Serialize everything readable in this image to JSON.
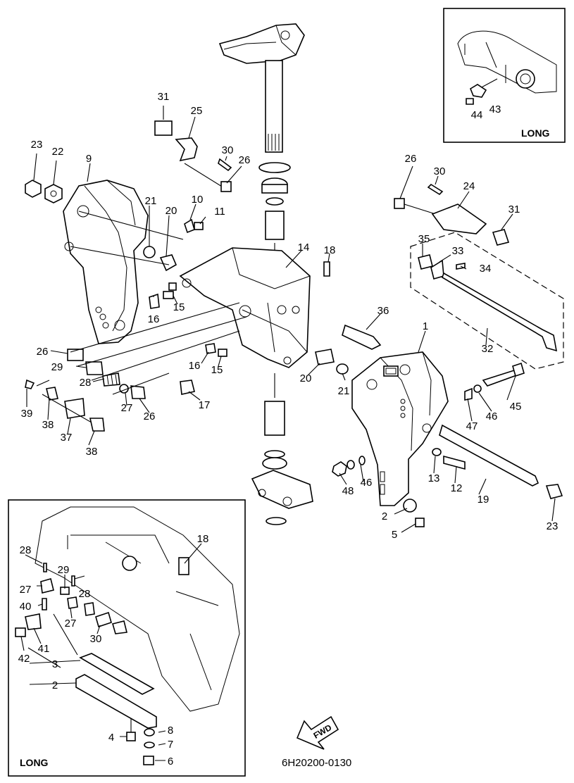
{
  "diagram": {
    "doc_code": "6H20200-0130",
    "fwd_label": "FWD",
    "inset_top_right": {
      "caption": "LONG"
    },
    "inset_bottom_left": {
      "caption": "LONG"
    }
  },
  "callouts": [
    {
      "id": "c31a",
      "text": "31"
    },
    {
      "id": "c25",
      "text": "25"
    },
    {
      "id": "c30a",
      "text": "30"
    },
    {
      "id": "c26a",
      "text": "26"
    },
    {
      "id": "c23a",
      "text": "23"
    },
    {
      "id": "c22",
      "text": "22"
    },
    {
      "id": "c9",
      "text": "9"
    },
    {
      "id": "c21a",
      "text": "21"
    },
    {
      "id": "c20a",
      "text": "20"
    },
    {
      "id": "c10",
      "text": "10"
    },
    {
      "id": "c11",
      "text": "11"
    },
    {
      "id": "c14",
      "text": "14"
    },
    {
      "id": "c18a",
      "text": "18"
    },
    {
      "id": "c26b",
      "text": "26"
    },
    {
      "id": "c30b",
      "text": "30"
    },
    {
      "id": "c24",
      "text": "24"
    },
    {
      "id": "c31b",
      "text": "31"
    },
    {
      "id": "c35",
      "text": "35"
    },
    {
      "id": "c33",
      "text": "33"
    },
    {
      "id": "c34",
      "text": "34"
    },
    {
      "id": "c15a",
      "text": "15"
    },
    {
      "id": "c16a",
      "text": "16"
    },
    {
      "id": "c36",
      "text": "36"
    },
    {
      "id": "c1",
      "text": "1"
    },
    {
      "id": "c32",
      "text": "32"
    },
    {
      "id": "c26c",
      "text": "26"
    },
    {
      "id": "c29a",
      "text": "29"
    },
    {
      "id": "c28a",
      "text": "28"
    },
    {
      "id": "c16b",
      "text": "16"
    },
    {
      "id": "c15b",
      "text": "15"
    },
    {
      "id": "c20b",
      "text": "20"
    },
    {
      "id": "c21b",
      "text": "21"
    },
    {
      "id": "c39",
      "text": "39"
    },
    {
      "id": "c27a",
      "text": "27"
    },
    {
      "id": "c26d",
      "text": "26"
    },
    {
      "id": "c17",
      "text": "17"
    },
    {
      "id": "c38a",
      "text": "38"
    },
    {
      "id": "c37",
      "text": "37"
    },
    {
      "id": "c38b",
      "text": "38"
    },
    {
      "id": "c45",
      "text": "45"
    },
    {
      "id": "c46a",
      "text": "46"
    },
    {
      "id": "c47",
      "text": "47"
    },
    {
      "id": "c48",
      "text": "48"
    },
    {
      "id": "c46b",
      "text": "46"
    },
    {
      "id": "c13",
      "text": "13"
    },
    {
      "id": "c12",
      "text": "12"
    },
    {
      "id": "c19",
      "text": "19"
    },
    {
      "id": "c2a",
      "text": "2"
    },
    {
      "id": "c23b",
      "text": "23"
    },
    {
      "id": "c5",
      "text": "5"
    },
    {
      "id": "c44",
      "text": "44"
    },
    {
      "id": "c43",
      "text": "43"
    },
    {
      "id": "c18b",
      "text": "18"
    },
    {
      "id": "c28b",
      "text": "28"
    },
    {
      "id": "c29b",
      "text": "29"
    },
    {
      "id": "c27b",
      "text": "27"
    },
    {
      "id": "c28c",
      "text": "28"
    },
    {
      "id": "c40",
      "text": "40"
    },
    {
      "id": "c27c",
      "text": "27"
    },
    {
      "id": "c41",
      "text": "41"
    },
    {
      "id": "c30c",
      "text": "30"
    },
    {
      "id": "c42",
      "text": "42"
    },
    {
      "id": "c3",
      "text": "3"
    },
    {
      "id": "c2b",
      "text": "2"
    },
    {
      "id": "c8",
      "text": "8"
    },
    {
      "id": "c4",
      "text": "4"
    },
    {
      "id": "c7",
      "text": "7"
    },
    {
      "id": "c6",
      "text": "6"
    }
  ]
}
